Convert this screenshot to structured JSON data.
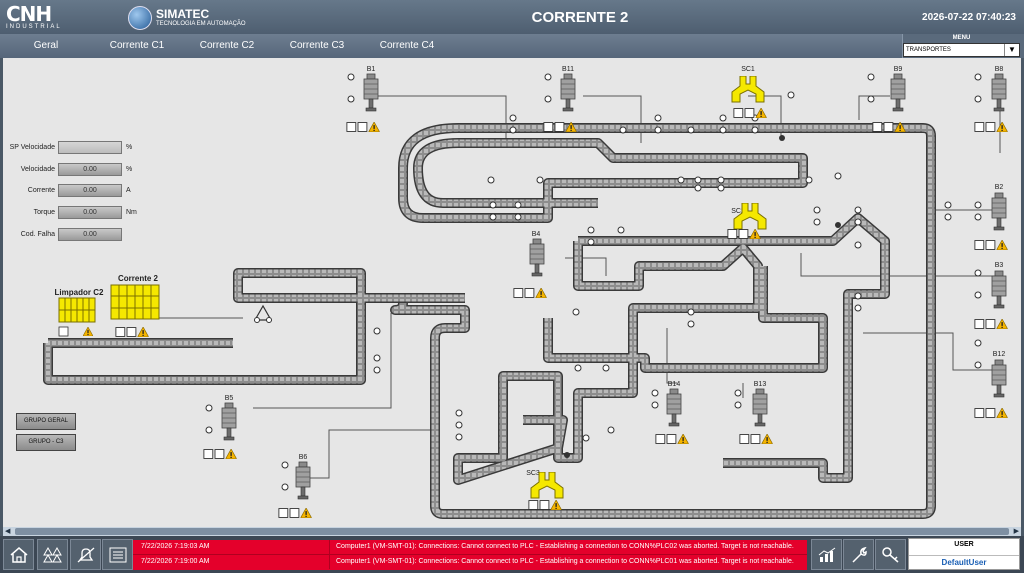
{
  "header": {
    "logo_primary": "CNH",
    "logo_primary_sub": "INDUSTRIAL",
    "logo_secondary": "SIMATEC",
    "logo_secondary_sub": "TECNOLOGIA EM AUTOMAÇÃO",
    "title": "CORRENTE 2",
    "datetime": "2026-07-22 07:40:23"
  },
  "nav": {
    "tabs": [
      "Geral",
      "Corrente C1",
      "Corrente C2",
      "Corrente C3",
      "Corrente C4"
    ],
    "menu_label": "MENU",
    "menu_value": "TRANSPORTES"
  },
  "fields": [
    {
      "label": "SP Velocidade",
      "value": "",
      "unit": "%"
    },
    {
      "label": "Velocidade",
      "value": "0.00",
      "unit": "%"
    },
    {
      "label": "Corrente",
      "value": "0.00",
      "unit": "A"
    },
    {
      "label": "Torque",
      "value": "0.00",
      "unit": "Nm"
    },
    {
      "label": "Cod. Falha",
      "value": "0.00",
      "unit": ""
    }
  ],
  "machines": {
    "limpador": "Limpador C2",
    "corrente": "Corrente 2"
  },
  "buttons": {
    "grupo_geral": "GRUPO GERAL",
    "grupo_c3": "GRUPO - C3"
  },
  "stations": {
    "B1": "B1",
    "B11": "B11",
    "SC1": "SC1",
    "B9": "B9",
    "B8": "B8",
    "B2": "B2",
    "B3": "B3",
    "B12": "B12",
    "SC2": "SC2",
    "B4": "B4",
    "B5": "B5",
    "B6": "B6",
    "B14": "B14",
    "B13": "B13",
    "SC3": "SC3"
  },
  "alarms": [
    {
      "time": "7/22/2026 7:19:03 AM",
      "message": "Computer1 (VM-SMT-01): Connections: Cannot connect to PLC - Establishing a connection to CONN%PLC02 was aborted. Target is not reachable."
    },
    {
      "time": "7/22/2026 7:19:00 AM",
      "message": "Computer1 (VM-SMT-01): Connections: Cannot connect to PLC - Establishing a connection to CONN%PLC01 was aborted. Target is not reachable."
    }
  ],
  "user": {
    "label": "USER",
    "name": "DefaultUser"
  },
  "colors": {
    "header_bg": "#56667a",
    "canvas_bg": "#e6e6e6",
    "alarm_bg": "#e4002b",
    "yellow": "#f5e800",
    "warning": "#f5b400"
  }
}
